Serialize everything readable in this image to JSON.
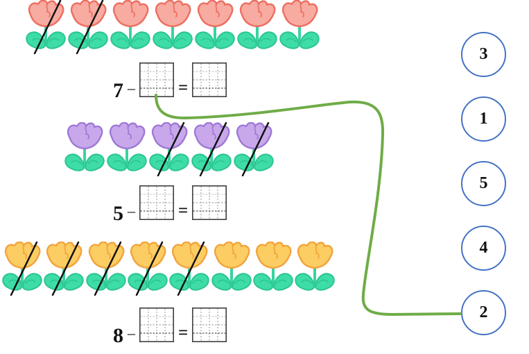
{
  "worksheet": {
    "type": "subtraction-matching-worksheet",
    "colors": {
      "connector_green": "#6FAC47",
      "circle_blue": "#4472C4",
      "leaf_fill": "#3EDCA6",
      "leaf_stroke": "#2CC494",
      "stem_green": "#38D3A0",
      "strike": "#111111",
      "box_border": "#3F3F3F"
    },
    "problems": [
      {
        "flower_color": "pink",
        "flower_fill": "#F7ABA1",
        "flower_stroke": "#ED6E60",
        "total_flowers": 7,
        "crossed_out": 2,
        "crossed_indices": [
          0,
          1
        ],
        "equation": {
          "minuend": "7",
          "minus": "–",
          "equals": "="
        }
      },
      {
        "flower_color": "purple",
        "flower_fill": "#C8A8EB",
        "flower_stroke": "#9E79D6",
        "total_flowers": 5,
        "crossed_out": 3,
        "crossed_indices": [
          2,
          3,
          4
        ],
        "equation": {
          "minuend": "5",
          "minus": "–",
          "equals": "="
        }
      },
      {
        "flower_color": "yellow",
        "flower_fill": "#FBCD63",
        "flower_stroke": "#F2A43C",
        "total_flowers": 8,
        "crossed_out": 5,
        "crossed_indices": [
          0,
          1,
          2,
          3,
          4
        ],
        "equation": {
          "minuend": "8",
          "minus": "–",
          "equals": "="
        }
      }
    ],
    "answer_options": [
      {
        "label": "3"
      },
      {
        "label": "1"
      },
      {
        "label": "5"
      },
      {
        "label": "4"
      },
      {
        "label": "2"
      }
    ],
    "connection": {
      "from": "equation-1-subtrahend-box",
      "to_option": "2"
    }
  }
}
